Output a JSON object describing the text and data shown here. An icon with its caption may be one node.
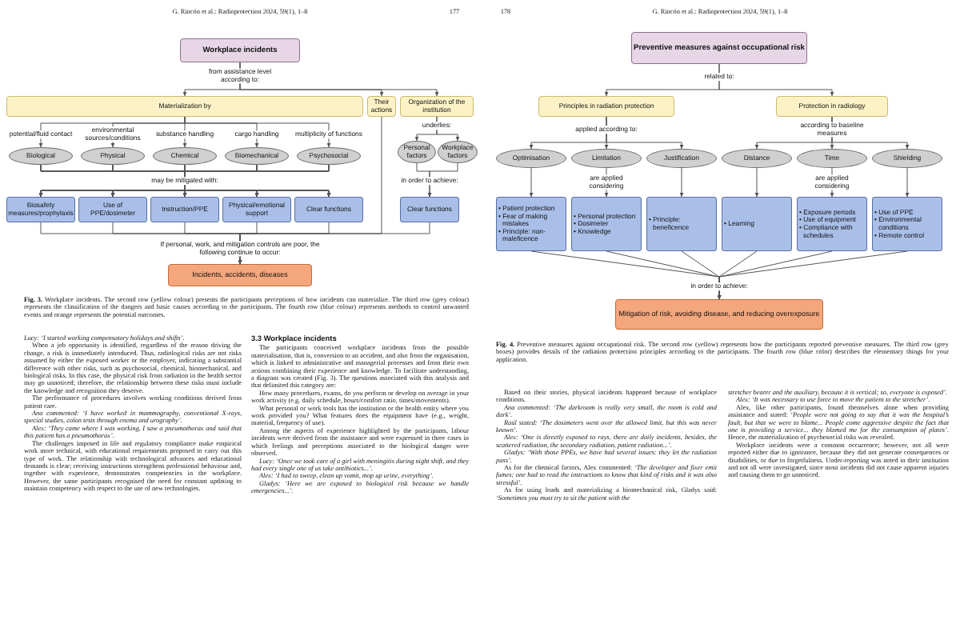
{
  "diagram": {
    "nodes": [
      {
        "text": [
          "Workplace incidents"
        ]
      },
      {
        "text": [
          "Materialization by"
        ]
      },
      {
        "text": [
          "Their actions"
        ]
      },
      {
        "text": [
          "Organization of the institution"
        ]
      },
      {
        "text": [
          "Biological"
        ]
      },
      {
        "text": [
          "Physical"
        ]
      },
      {
        "text": [
          "Chemical"
        ]
      },
      {
        "text": [
          "Biomechanical"
        ]
      },
      {
        "text": [
          "Psychosocial"
        ]
      },
      {
        "text": [
          "Biosafety measures/prophylaxis"
        ]
      },
      {
        "text": [
          "Use of PPE/dosimeter"
        ]
      },
      {
        "text": [
          "Instruction/PPE"
        ]
      },
      {
        "text": [
          "Physical/emotional support"
        ]
      },
      {
        "text": [
          "Clear functions"
        ]
      },
      {
        "text": [
          "Personal factors"
        ]
      },
      {
        "text": [
          "Workplace factors"
        ]
      },
      {
        "text": [
          "Clear functions"
        ]
      },
      {
        "text": [
          "Incidents, accidents, diseases"
        ]
      },
      {
        "text": [
          "Preventive measures against occupational risk"
        ]
      },
      {
        "text": [
          "Principles in radiation protection"
        ]
      },
      {
        "text": [
          "Protection in radiology"
        ]
      },
      {
        "text": [
          "Optimisation"
        ]
      },
      {
        "text": [
          "Limitation"
        ]
      },
      {
        "text": [
          "Justification"
        ]
      },
      {
        "text": [
          "Distance"
        ]
      },
      {
        "text": [
          "Time"
        ]
      },
      {
        "text": [
          "Shielding"
        ]
      },
      {
        "text": [
          "• Patient protection",
          "• Fear of making mistakes",
          "• Principle: non-maleficence"
        ]
      },
      {
        "text": [
          "• Personal protection",
          "• Dosimeter",
          "• Knowledge"
        ]
      },
      {
        "text": [
          "• Principle: beneficence"
        ]
      },
      {
        "text": [
          "• Learning"
        ]
      },
      {
        "text": [
          "• Exposure periods",
          "• Use of equipment",
          "• Compliance with schedules"
        ]
      },
      {
        "text": [
          "• Use of PPE",
          "• Environmental conditions",
          "• Remote control"
        ]
      },
      {
        "text": [
          "Mitigation of risk, avoiding disease, and reducing overexposure"
        ]
      }
    ],
    "edges": [
      {
        "from": 0,
        "to": 1,
        "arrow": "to",
        "label": "from assistance level according to:"
      },
      {
        "from": 0,
        "to": 2,
        "arrow": "to"
      },
      {
        "from": 0,
        "to": 3,
        "arrow": "to"
      },
      {
        "from": 1,
        "to": 4,
        "arrow": "to",
        "label": "potential/fluid contact"
      },
      {
        "from": 1,
        "to": 5,
        "arrow": "to",
        "label": "environmental sources/conditions"
      },
      {
        "from": 1,
        "to": 6,
        "arrow": "to",
        "label": "substance handling"
      },
      {
        "from": 1,
        "to": 7,
        "arrow": "to",
        "label": "cargo handling"
      },
      {
        "from": 1,
        "to": 8,
        "arrow": "to",
        "label": "multiplicity of functions"
      },
      {
        "from": 4,
        "to": 9,
        "arrow": "to",
        "label": "may be mitigated with:"
      },
      {
        "from": 4,
        "to": 10,
        "arrow": "to"
      },
      {
        "from": 4,
        "to": 11,
        "arrow": "to"
      },
      {
        "from": 4,
        "to": 12,
        "arrow": "to"
      },
      {
        "from": 4,
        "to": 13,
        "arrow": "to"
      },
      {
        "from": 5,
        "to": 9,
        "arrow": "to"
      },
      {
        "from": 5,
        "to": 10,
        "arrow": "to"
      },
      {
        "from": 5,
        "to": 11,
        "arrow": "to"
      },
      {
        "from": 5,
        "to": 12,
        "arrow": "to"
      },
      {
        "from": 5,
        "to": 13,
        "arrow": "to"
      },
      {
        "from": 6,
        "to": 9,
        "arrow": "to"
      },
      {
        "from": 6,
        "to": 10,
        "arrow": "to"
      },
      {
        "from": 6,
        "to": 11,
        "arrow": "to"
      },
      {
        "from": 6,
        "to": 12,
        "arrow": "to"
      },
      {
        "from": 6,
        "to": 13,
        "arrow": "to"
      },
      {
        "from": 7,
        "to": 9,
        "arrow": "to"
      },
      {
        "from": 7,
        "to": 10,
        "arrow": "to"
      },
      {
        "from": 7,
        "to": 11,
        "arrow": "to"
      },
      {
        "from": 7,
        "to": 12,
        "arrow": "to"
      },
      {
        "from": 7,
        "to": 13,
        "arrow": "to"
      },
      {
        "from": 8,
        "to": 9,
        "arrow": "to"
      },
      {
        "from": 8,
        "to": 10,
        "arrow": "to"
      },
      {
        "from": 8,
        "to": 11,
        "arrow": "to"
      },
      {
        "from": 8,
        "to": 12,
        "arrow": "to"
      },
      {
        "from": 8,
        "to": 13,
        "arrow": "to"
      },
      {
        "from": 3,
        "to": 14,
        "arrow": "to",
        "label": "underlies:"
      },
      {
        "from": 3,
        "to": 15,
        "arrow": "to"
      },
      {
        "from": 14,
        "to": 16,
        "arrow": "to",
        "label": "in order to achieve:"
      },
      {
        "from": 15,
        "to": 16,
        "arrow": "to"
      },
      {
        "from": 9,
        "to": 17,
        "arrow": "to",
        "label": "If personal, work, and mitigation controls are poor, the following continue to occur:"
      },
      {
        "from": 10,
        "to": 17,
        "arrow": "to"
      },
      {
        "from": 11,
        "to": 17,
        "arrow": "to"
      },
      {
        "from": 12,
        "to": 17,
        "arrow": "to"
      },
      {
        "from": 13,
        "to": 17,
        "arrow": "to"
      },
      {
        "from": 16,
        "to": 17,
        "arrow": "to"
      },
      {
        "from": 2,
        "to": 17,
        "arrow": "to"
      },
      {
        "from": 18,
        "to": 19,
        "arrow": "to",
        "label": "related to:"
      },
      {
        "from": 18,
        "to": 20,
        "arrow": "to"
      },
      {
        "from": 19,
        "to": 21,
        "arrow": "to",
        "label": "applied according to:"
      },
      {
        "from": 19,
        "to": 22,
        "arrow": "to"
      },
      {
        "from": 19,
        "to": 23,
        "arrow": "to"
      },
      {
        "from": 20,
        "to": 24,
        "arrow": "to",
        "label": "according to baseline measures"
      },
      {
        "from": 20,
        "to": 25,
        "arrow": "to"
      },
      {
        "from": 20,
        "to": 26,
        "arrow": "to"
      },
      {
        "from": 21,
        "to": 27,
        "arrow": "to"
      },
      {
        "from": 22,
        "to": 28,
        "arrow": "to",
        "label": "are applied considering"
      },
      {
        "from": 23,
        "to": 29,
        "arrow": "to"
      },
      {
        "from": 24,
        "to": 30,
        "arrow": "to"
      },
      {
        "from": 25,
        "to": 31,
        "arrow": "to",
        "label": "are applied considering"
      },
      {
        "from": 26,
        "to": 32,
        "arrow": "to"
      },
      {
        "from": 27,
        "to": 33,
        "arrow": "to",
        "label": "in order to achieve:"
      },
      {
        "from": 28,
        "to": 33,
        "arrow": "to"
      },
      {
        "from": 29,
        "to": 33,
        "arrow": "to"
      },
      {
        "from": 30,
        "to": 33,
        "arrow": "to"
      },
      {
        "from": 31,
        "to": 33,
        "arrow": "to"
      },
      {
        "from": 32,
        "to": 33,
        "arrow": "to"
      }
    ],
    "labels": [
      "G. Rincón et al.: Radioprotection 2024, 59(1), 1–8",
      "177",
      "**Fig. 3.** Workplace incidents. The second row (yellow colour) presents the participants perceptions of how incidents can materialize. The third row (grey colour) represents the classification of the dangers and basic causes according to the participants. The fourth row (blue colour) represents methods to control unwanted events and orange represents the potential outcomes.",
      "Lucy: ‘I started working compensatory holidays and shifts’.",
      "When a job opportunity is identified, regardless of the reason driving the change, a risk is immediately introduced. Thus, radiological risks are not risks assumed by either the exposed worker or the employer, indicating a substantial difference with other risks, such as psychosocial, chemical, biomechanical, and biological risks. In this case, the physical risk from radiation in the health sector may go unnoticed; therefore, the relationship between these risks must include the knowledge and recognition they deserve.",
      "The performance of procedures involves working conditions derived from patient care.",
      "Ana commented: ‘I have worked in mammography, conventional X-rays, special studies, colon tests through enema and urography’.",
      "Alex: ‘They came where I was working, I saw a pneumothorax and said that this patient has a pneumothorax’.",
      "The challenges imposed in life and regulatory compliance make empirical work more technical, with educational requirements proposed to carry out this type of work. The relationship with technological advances and educational demands is clear; receiving instructions strengthens professional behaviour and, together with experience, demonstrates competencies in the workplace. However, the same participants recognised the need for constant updating to maintain competency with respect to the use of new technologies.",
      "3.3 Workplace incidents",
      "The participants conceived workplace incidents from the possible materialisation, that is, conversion to an accident, and also from the organisation, which is linked to administrative and managerial processes and from their own actions combining their experience and knowledge. To facilitate understanding, a diagram was created (Fig. 3). The questions associated with this analysis and that delimited this category are:",
      "How many procedures, exams, do you perform or develop on average in your work activity (e.g. daily schedule, hours/comfort ratio, times/movements).",
      "What personal or work tools has the institution or the health entity where you work provided you? What features does the equipment have (e.g., weight, material, frequency of use).",
      "Among the aspects of experience highlighted by the participants, labour incidents were derived from the assistance and were expressed in three cases in which feelings and perceptions associated to the biological danger were observed.",
      "Lucy: ‘Once we took care of a girl with meningitis during night shift, and they had every single one of us take antibiotics...’.",
      "Alex: ‘I had to sweep, clean up vomit, mop up urine, everything’.",
      "Gladys: ‘Here we are exposed to biological risk because we handle emergencies...’.",
      "178",
      "G. Rincón et al.: Radioprotection 2024, 59(1), 1–8",
      "**Fig. 4.** Preventive measures against occupational risk. The second row (yellow) represents how the participants reported preventive measures. The third row (grey boxes) provides details of the radiation protection principles according to the participants. The fourth row (blue color) describes the elementary things for your application.",
      "Based on their stories, physical incidents happened because of workplace conditions.",
      "Ana commented: ‘The darkroom is really very small, the room is cold and dark’.",
      "Raúl stated: ‘The dosimeters went over the allowed limit, but this was never known’.",
      "Alex: ‘One is directly exposed to rays, there are daily incidents, besides, the scattered radiation, the secondary radiation, patient radiation...’.",
      "Gladys: ‘With those PPEs, we have had several issues: they let the radiation pass’.",
      "As for the chemical factors, Alex commented: *‘The developer and fixer emit fumes; one had to read the instructions to know that kind of risks and it was also stressful’.*",
      "As for using loads and materializing a biomechanical risk, Gladys said: *‘Sometimes you must try to sit the patient with the*",
      "stretcher bearer and the auxiliary, because it is vertical; so, everyone is exposed’.",
      "Alex: ‘It was necessary to use force to move the patient to the stretcher’.",
      "Alex, like other participants, found themselves alone when providing assistance and stated: *‘People were not going to say that it was the hospital’s fault, but that we were to blame... People come aggressive despite the fact that one is providing a service... they blamed me for the consumption of plates’.* Hence, the materialization of psychosocial risks was revealed.",
      "Workplace incidents were a common occurrence; however, not all were reported either due to ignorance, because they did not generate consequences or disabilities, or due to forgetfulness. Under-reporting was noted in their institution and not all were investigated, since most incidents did not cause apparent injuries and causing them to go unnoticed."
    ]
  }
}
